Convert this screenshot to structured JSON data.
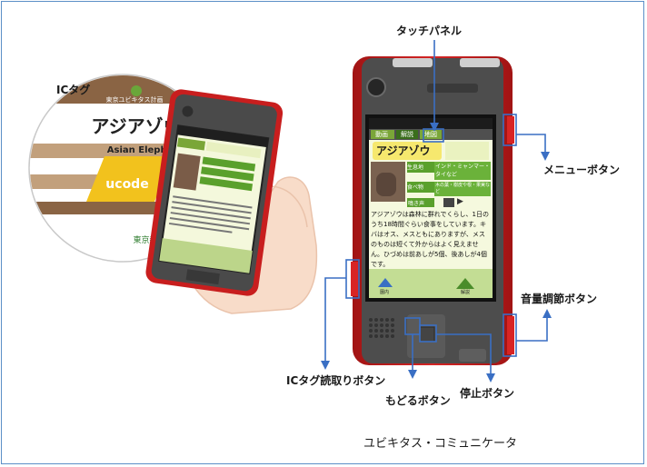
{
  "callouts": {
    "ic_tag": "ICタグ",
    "touch_panel": "タッチパネル",
    "menu_button": "メニューボタン",
    "volume_button": "音量調節ボタン",
    "ic_read_button": "ICタグ読取りボタン",
    "back_button": "もどるボタン",
    "stop_button": "停止ボタン"
  },
  "caption": "ユビキタス・コミュニケータ",
  "ic_tag_disc": {
    "org": "東京ユビキタス計画",
    "title": "アジアゾウ",
    "subtitle": "Asian Elephant",
    "logo": "ucode",
    "footer": "東京都"
  },
  "device_screen": {
    "tab_video": "動画",
    "tab_explain": "解説",
    "tab_map": "地図",
    "animal_name": "アジアゾウ",
    "habitat_label": "生息地",
    "habitat_value": "インド・ミャンマー・タイなど",
    "food_label": "食べ物",
    "food_value": "木の葉・樹皮や根・果実など",
    "sound_label": "鳴き声",
    "description": "アジアゾウは森林に群れでくらし、1日のうち18時間ぐらい食事をしています。キバはオス、メスともにありますが、メスのものは短くて外からはよく見えません。ひづめは前あしが5個、後あしが4個です。",
    "bottom_left": "園内",
    "bottom_right": "解説"
  },
  "colors": {
    "device_red": "#c81e1e",
    "device_body": "#4a4a4a",
    "screen_green": "#5aa02c",
    "arrow_blue": "#3a6fc4"
  }
}
